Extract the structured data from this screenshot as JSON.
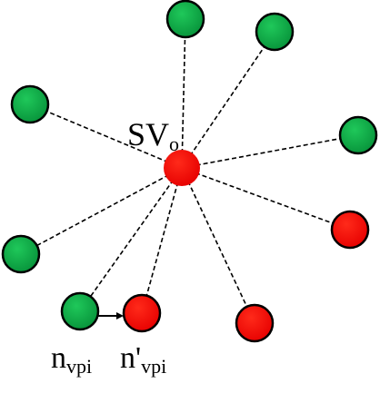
{
  "diagram": {
    "center_node": {
      "label_main": "SV",
      "label_sub": "o",
      "color": "#ff0000"
    },
    "colors": {
      "green_fill": "#0a9e3a",
      "red_fill": "#ff0000",
      "outline": "#000000",
      "edge": "#000000"
    },
    "node_vpi": {
      "label_main": "n",
      "label_sub": "vpi"
    },
    "node_vpi_prime": {
      "label_main": "n'",
      "label_sub": "vpi"
    },
    "edge_style": "dashed",
    "arrow_icon": "arrow-right-icon"
  }
}
